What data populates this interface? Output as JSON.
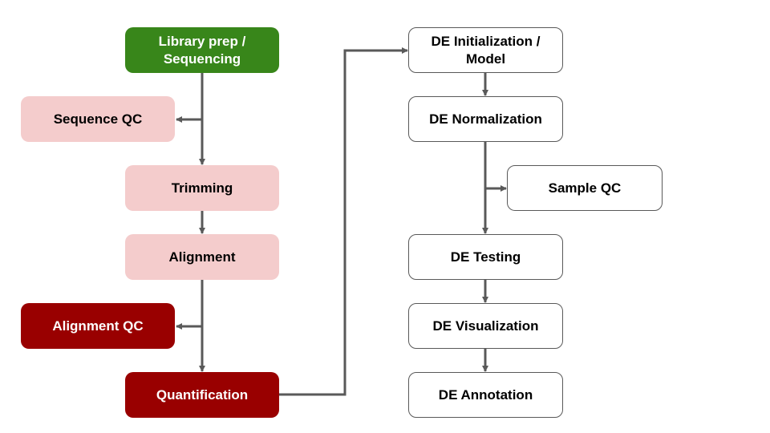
{
  "diagram": {
    "title": "RNA-seq analysis workflow",
    "colors": {
      "start": "#38861a",
      "preprocessing": "#f4cccc",
      "key_step": "#990000",
      "de_step": "#ffffff",
      "connector": "#595959"
    },
    "nodes": {
      "library_prep": "Library prep   /\nSequencing",
      "sequence_qc": "Sequence QC",
      "trimming": "Trimming",
      "alignment": "Alignment",
      "alignment_qc": "Alignment QC",
      "quantification": "Quantification",
      "de_init": "DE Initialization /\nModel",
      "de_normalization": "DE Normalization",
      "sample_qc": "Sample QC",
      "de_testing": "DE Testing",
      "de_visualization": "DE Visualization",
      "de_annotation": "DE Annotation"
    },
    "edges": [
      {
        "from": "library_prep",
        "to": "trimming"
      },
      {
        "from": "library_prep",
        "to": "sequence_qc"
      },
      {
        "from": "trimming",
        "to": "alignment"
      },
      {
        "from": "alignment",
        "to": "quantification"
      },
      {
        "from": "alignment",
        "to": "alignment_qc"
      },
      {
        "from": "quantification",
        "to": "de_init"
      },
      {
        "from": "de_init",
        "to": "de_normalization"
      },
      {
        "from": "de_normalization",
        "to": "de_testing"
      },
      {
        "from": "de_normalization",
        "to": "sample_qc"
      },
      {
        "from": "de_testing",
        "to": "de_visualization"
      },
      {
        "from": "de_visualization",
        "to": "de_annotation"
      }
    ]
  }
}
